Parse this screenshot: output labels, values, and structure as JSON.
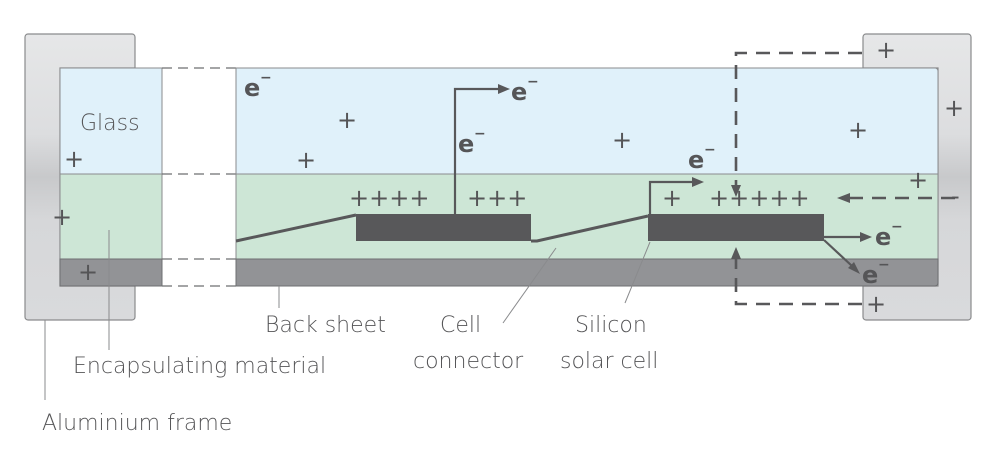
{
  "diagram": {
    "title": "Crystalline silicon solar module cross-section (potential induced degradation)",
    "layers": {
      "glass": "Glass",
      "encapsulant": "Encapsulating material",
      "backsheet": "Back sheet",
      "frame": "Aluminium frame",
      "connector": "Cell connector",
      "cell_line1": "Silicon",
      "cell_line2": "solar cell"
    },
    "symbols": {
      "plus": "+",
      "plus4": "++++",
      "plus3": "+++",
      "plus5": "+++++",
      "minus": "-",
      "electron": "e",
      "electron_sup": "−"
    },
    "colors": {
      "glass": "#e0f1fa",
      "encapsulant": "#cde6d6",
      "backsheet": "#929396",
      "frame": "#d6d7d9",
      "cell": "#58585a",
      "ink": "#555557"
    }
  }
}
